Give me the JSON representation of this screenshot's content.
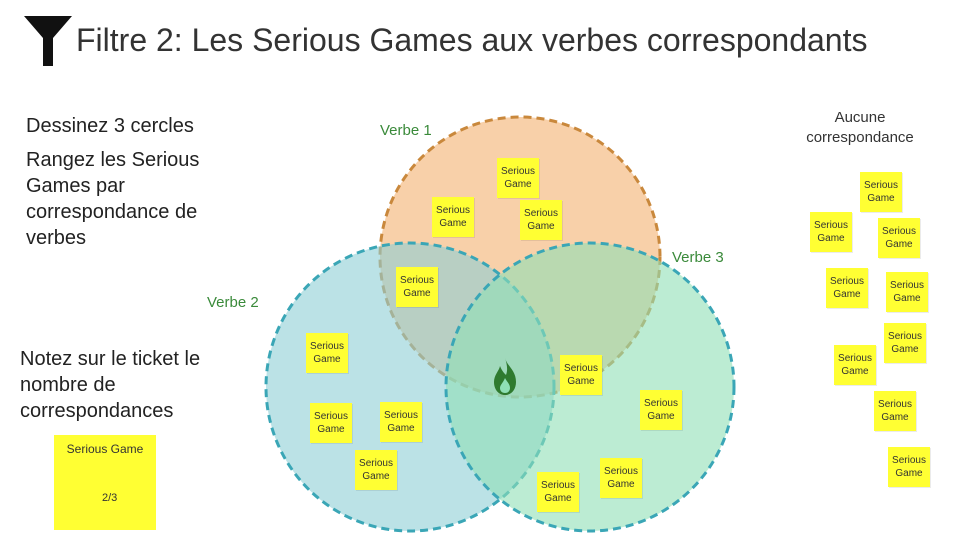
{
  "title": "Filtre  2: Les Serious Games aux verbes correspondants",
  "instructions": {
    "draw": "Dessinez 3 cercles",
    "sort": "Rangez les Serious Games par correspondance de verbes",
    "note": "Notez sur le ticket le nombre de correspondances"
  },
  "verbs": {
    "verb1": "Verbe 1",
    "verb2": "Verbe 2",
    "verb3": "Verbe 3"
  },
  "no_match": "Aucune correspondance",
  "ticket_label": "Serious Game",
  "example_ticket": {
    "label": "Serious Game",
    "score": "2/3"
  },
  "icons": {
    "funnel": "funnel-icon",
    "fire": "fire-icon"
  },
  "colors": {
    "circle1": "#f7c89a",
    "circle2": "#8ecfd6",
    "circle3": "#8fe0b5",
    "ticket": "#ffff33",
    "verb_label": "#3a8a3a",
    "fire": "#2f7a2f"
  }
}
